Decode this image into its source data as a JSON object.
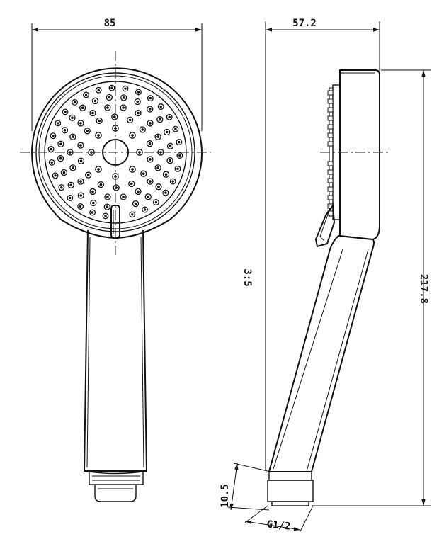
{
  "dimensions": {
    "front_width": "85",
    "side_depth": "57.2",
    "total_height": "217.8",
    "handle_length": "3:5",
    "thread_length": "10.5",
    "thread_size": "G1/2"
  }
}
